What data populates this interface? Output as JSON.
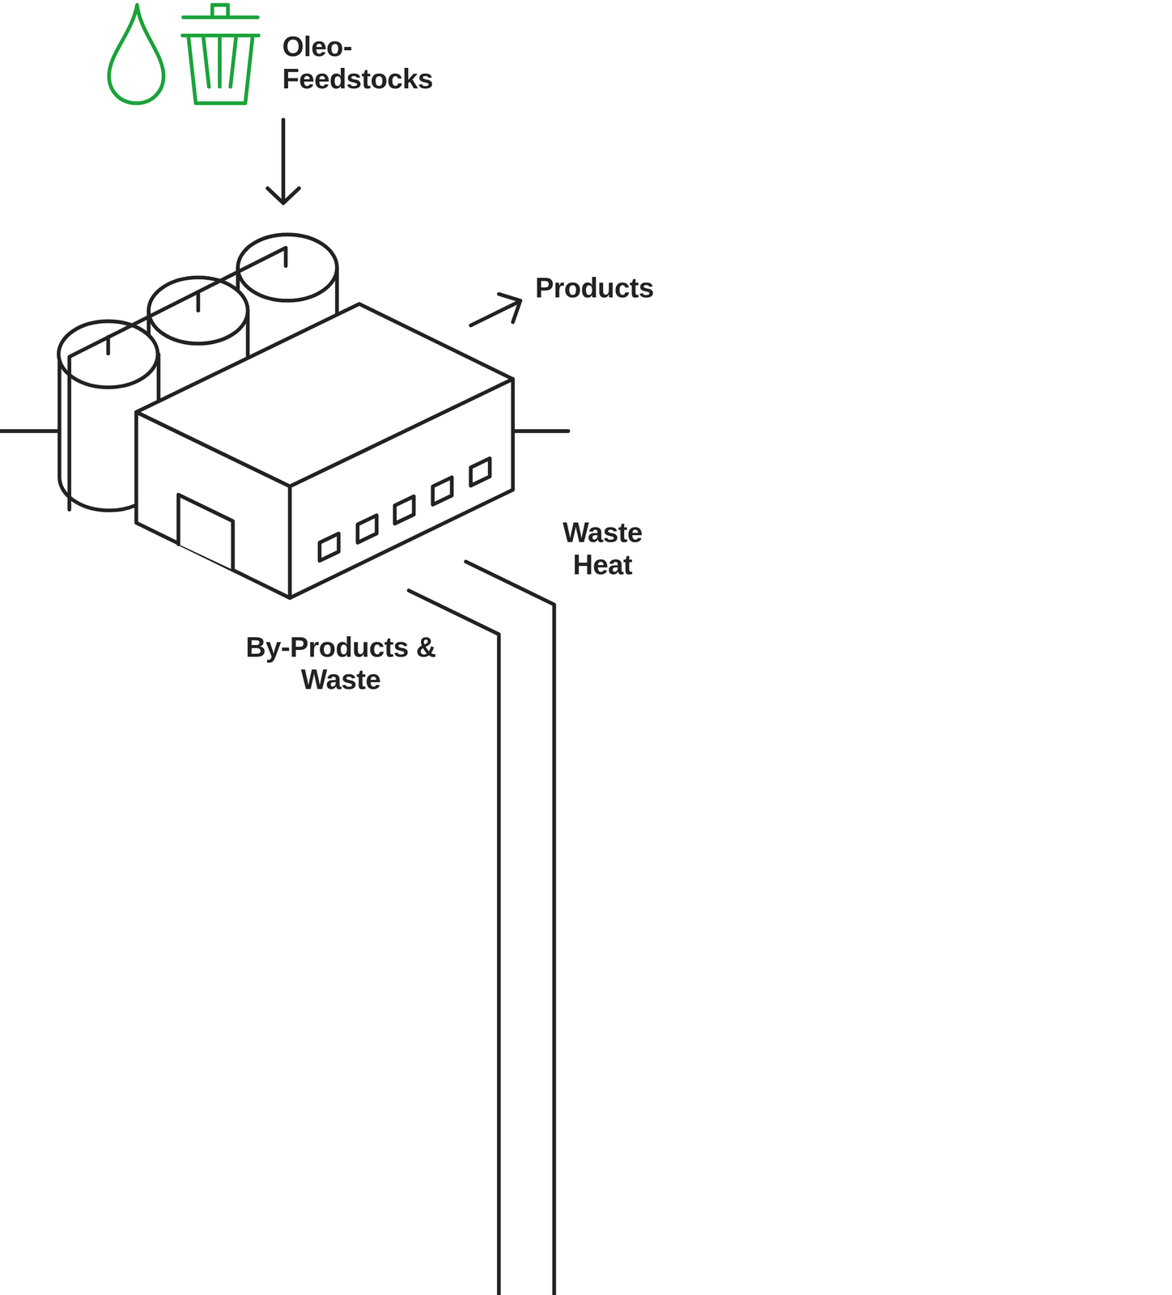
{
  "diagram": {
    "labels": [
      "Oleo- Feedstocks",
      "Products",
      "Waste Heat",
      "By-Products & Waste"
    ]
  }
}
